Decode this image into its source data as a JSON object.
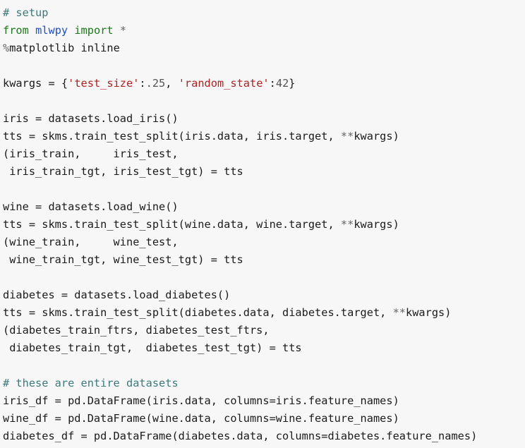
{
  "code_lines": [
    [
      {
        "t": "# setup",
        "k": "comment"
      }
    ],
    [
      {
        "t": "from",
        "k": "keyword"
      },
      {
        "t": " "
      },
      {
        "t": "mlwpy",
        "k": "module"
      },
      {
        "t": " "
      },
      {
        "t": "import",
        "k": "keyword"
      },
      {
        "t": " "
      },
      {
        "t": "*",
        "k": "op"
      }
    ],
    [
      {
        "t": "%",
        "k": "magic"
      },
      {
        "t": "matplotlib inline"
      }
    ],
    [],
    [
      {
        "t": "kwargs = {"
      },
      {
        "t": "'test_size'",
        "k": "string"
      },
      {
        "t": ":"
      },
      {
        "t": ".25",
        "k": "number"
      },
      {
        "t": ", "
      },
      {
        "t": "'random_state'",
        "k": "string"
      },
      {
        "t": ":"
      },
      {
        "t": "42",
        "k": "number"
      },
      {
        "t": "}"
      }
    ],
    [],
    [
      {
        "t": "iris = datasets.load_iris()"
      }
    ],
    [
      {
        "t": "tts = skms.train_test_split(iris.data, iris.target, "
      },
      {
        "t": "**",
        "k": "op"
      },
      {
        "t": "kwargs)"
      }
    ],
    [
      {
        "t": "(iris_train,     iris_test,"
      }
    ],
    [
      {
        "t": " iris_train_tgt, iris_test_tgt) = tts"
      }
    ],
    [],
    [
      {
        "t": "wine = datasets.load_wine()"
      }
    ],
    [
      {
        "t": "tts = skms.train_test_split(wine.data, wine.target, "
      },
      {
        "t": "**",
        "k": "op"
      },
      {
        "t": "kwargs)"
      }
    ],
    [
      {
        "t": "(wine_train,     wine_test,"
      }
    ],
    [
      {
        "t": " wine_train_tgt, wine_test_tgt) = tts"
      }
    ],
    [],
    [
      {
        "t": "diabetes = datasets.load_diabetes()"
      }
    ],
    [
      {
        "t": "tts = skms.train_test_split(diabetes.data, diabetes.target, "
      },
      {
        "t": "**",
        "k": "op"
      },
      {
        "t": "kwargs)"
      }
    ],
    [
      {
        "t": "(diabetes_train_ftrs, diabetes_test_ftrs,"
      }
    ],
    [
      {
        "t": " diabetes_train_tgt,  diabetes_test_tgt) = tts"
      }
    ],
    [],
    [
      {
        "t": "# these are entire datasets",
        "k": "comment"
      }
    ],
    [
      {
        "t": "iris_df = pd.DataFrame(iris.data, columns=iris.feature_names)"
      }
    ],
    [
      {
        "t": "wine_df = pd.DataFrame(wine.data, columns=wine.feature_names)"
      }
    ],
    [
      {
        "t": "diabetes_df = pd.DataFrame(diabetes.data, columns=diabetes.feature_names)"
      }
    ]
  ],
  "colors": {
    "background": "#f7f7f7",
    "text": "#1b1b1b",
    "comment": "#3d7a7a",
    "keyword": "#1a7a1a",
    "module": "#1f4fd1",
    "string": "#b22222",
    "number": "#555555",
    "operator": "#666666"
  }
}
